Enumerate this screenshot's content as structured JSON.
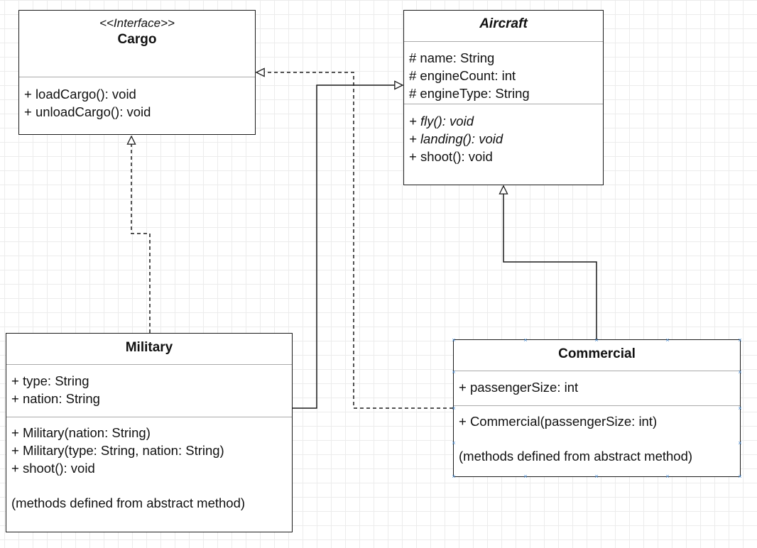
{
  "classes": {
    "cargo": {
      "stereotype": "<<Interface>>",
      "name": "Cargo",
      "attributes": [],
      "methods": [
        "+ loadCargo(): void",
        "+ unloadCargo(): void"
      ]
    },
    "aircraft": {
      "name": "Aircraft",
      "abstract": true,
      "attributes": [
        "# name: String",
        "# engineCount: int",
        "# engineType: String"
      ],
      "methods": [
        "+ fly(): void",
        "+ landing(): void",
        "+ shoot(): void"
      ]
    },
    "military": {
      "name": "Military",
      "attributes": [
        "+ type: String",
        "+ nation: String"
      ],
      "methods": [
        "+ Military(nation: String)",
        "+ Military(type: String, nation: String)",
        "+ shoot(): void"
      ],
      "note": "(methods defined from abstract method)"
    },
    "commercial": {
      "name": "Commercial",
      "attributes": [
        "+ passengerSize: int"
      ],
      "methods": [
        "+ Commercial(passengerSize: int)"
      ],
      "note": "(methods defined from abstract method)"
    }
  },
  "relationships": [
    {
      "from": "Military",
      "to": "Cargo",
      "kind": "realization"
    },
    {
      "from": "Military",
      "to": "Aircraft",
      "kind": "generalization"
    },
    {
      "from": "Commercial",
      "to": "Aircraft",
      "kind": "generalization"
    },
    {
      "from": "Commercial",
      "to": "Cargo",
      "kind": "realization"
    }
  ],
  "colors": {
    "border": "#1a1a1a",
    "separator": "#a9a9a9",
    "grid": "#ececec",
    "selection": "#4a90d9"
  }
}
